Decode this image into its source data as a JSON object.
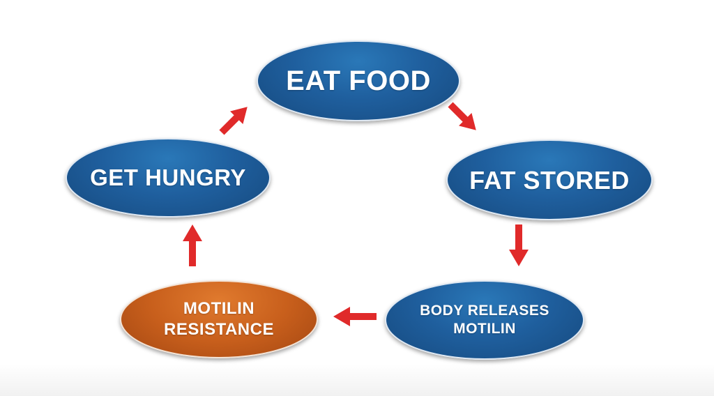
{
  "diagram": {
    "nodes": {
      "eat_food": "EAT FOOD",
      "fat_stored": "FAT STORED",
      "body_releases_line1": "BODY RELEASES",
      "body_releases_line2": "MOTILIN",
      "motilin_resistance_line1": "MOTILIN",
      "motilin_resistance_line2": "RESISTANCE",
      "get_hungry": "GET HUNGRY"
    },
    "colors": {
      "node_blue": "#1f5f9e",
      "node_orange": "#c85f1c",
      "arrow_red": "#e02a2a",
      "text": "#ffffff"
    },
    "flow": [
      "EAT FOOD",
      "FAT STORED",
      "BODY RELEASES MOTILIN",
      "MOTILIN RESISTANCE",
      "GET HUNGRY",
      "EAT FOOD"
    ]
  }
}
